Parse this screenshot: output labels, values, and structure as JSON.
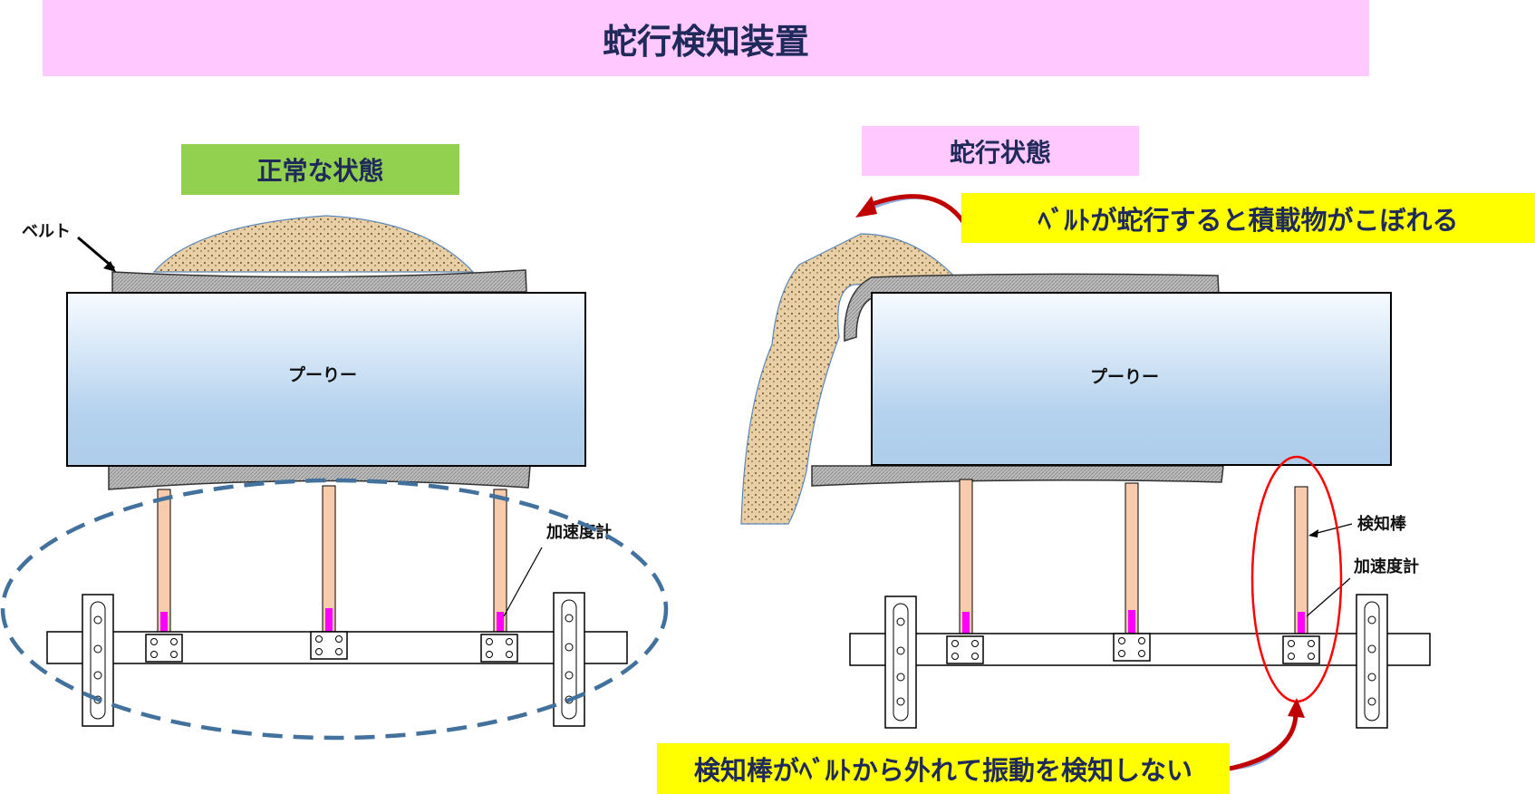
{
  "title": "蛇行検知装置",
  "normal_state": {
    "label": "正常な状態",
    "belt_label": "ベルト",
    "pulley_label": "プーりー",
    "accelerometer_label": "加速度計"
  },
  "snake_state": {
    "label": "蛇行状態",
    "pulley_label": "プーりー",
    "detection_rod_label": "検知棒",
    "accelerometer_label": "加速度計"
  },
  "callouts": {
    "spill_warning": "ﾍﾞﾙﾄが蛇行すると積載物がこぼれる",
    "no_detect_warning": "検知棒がﾍﾞﾙﾄから外れて振動を検知しない"
  },
  "colors": {
    "title_bg": "#ffc8ff",
    "normal_bg": "#92d050",
    "warning_bg": "#ffff00",
    "rod": "#f8cbad",
    "accelerometer": "#ff00ff",
    "ellipse_dashed": "#41719c",
    "ellipse_red": "#ff0000"
  }
}
